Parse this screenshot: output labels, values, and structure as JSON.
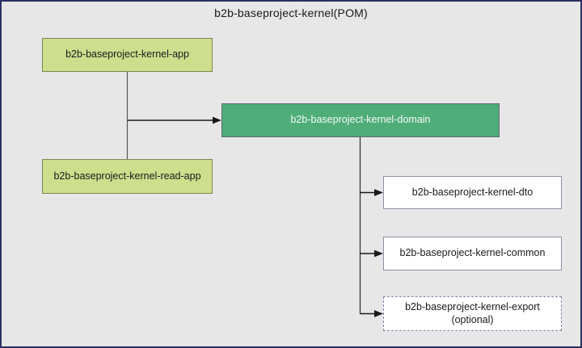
{
  "title": "b2b-baseproject-kernel(POM)",
  "nodes": {
    "app": {
      "label": "b2b-baseproject-kernel-app"
    },
    "read_app": {
      "label": "b2b-baseproject-kernel-read-app"
    },
    "domain": {
      "label": "b2b-baseproject-kernel-domain"
    },
    "dto": {
      "label": "b2b-baseproject-kernel-dto"
    },
    "common": {
      "label": "b2b-baseproject-kernel-common"
    },
    "export": {
      "label": "b2b-baseproject-kernel-export",
      "sublabel": "(optional)"
    }
  },
  "edges": [
    {
      "from": "app",
      "to": "read_app",
      "style": "plain-line"
    },
    {
      "from": "app/read_app junction",
      "to": "domain",
      "style": "arrow"
    },
    {
      "from": "domain",
      "to": "dto",
      "style": "arrow"
    },
    {
      "from": "domain",
      "to": "common",
      "style": "arrow"
    },
    {
      "from": "domain",
      "to": "export",
      "style": "arrow"
    }
  ],
  "colors": {
    "canvas_background": "#e7e7e7",
    "frame_border": "#2d3262",
    "light_green_fill": "#cdde8d",
    "green_fill": "#4ead79",
    "white_fill": "#ffffff",
    "box_border_gray": "#8a93a3",
    "dashed_border": "#7d87a5",
    "connector": "#2b2b2b",
    "title_text": "#1a1a1a",
    "domain_text": "#f7f9f7"
  }
}
